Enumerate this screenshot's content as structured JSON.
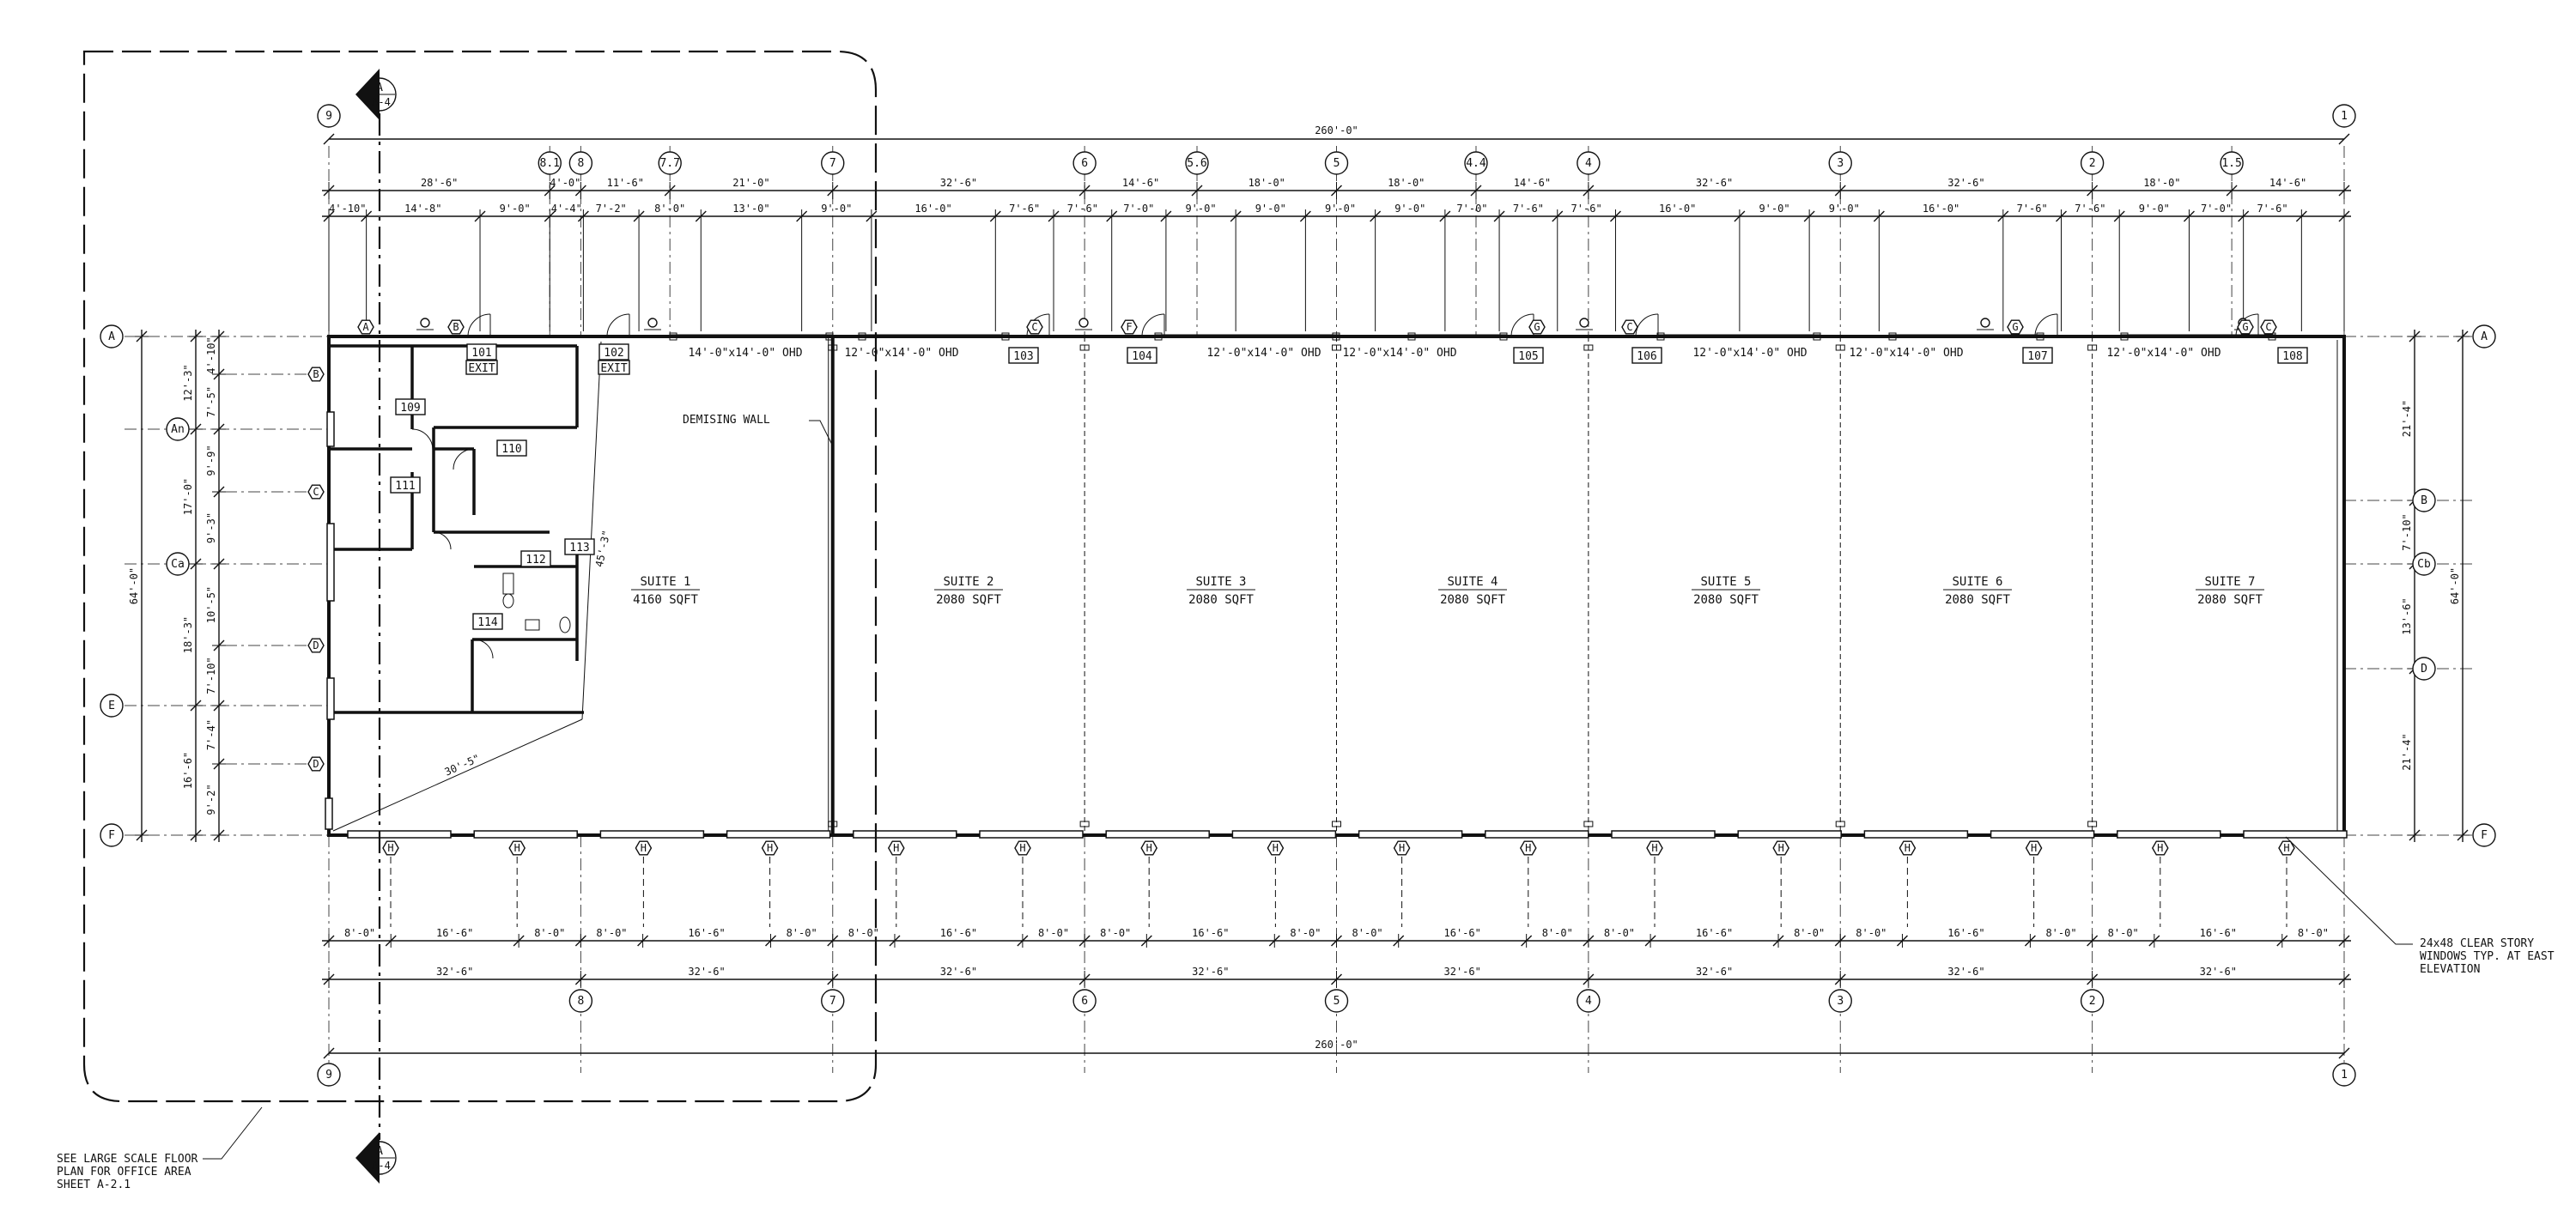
{
  "overall_dim": "260'-0\"",
  "top_column_labels": [
    "9",
    "8.1",
    "8",
    "7.7",
    "7",
    "6",
    "5.6",
    "5",
    "4.4",
    "4",
    "3",
    "2",
    "1.5",
    "1"
  ],
  "bottom_column_labels": [
    "9",
    "8",
    "7",
    "6",
    "5",
    "4",
    "3",
    "2",
    "1"
  ],
  "top_row1_dims": [
    "28'-6\"",
    "4'-0\"",
    "11'-6\"",
    "21'-0\"",
    "32'-6\"",
    "14'-6\"",
    "18'-0\"",
    "18'-0\"",
    "14'-6\"",
    "32'-6\"",
    "32'-6\"",
    "18'-0\"",
    "14'-6\""
  ],
  "top_row2_dims": [
    "4'-10\"",
    "14'-8\"",
    "9'-0\"",
    "4'-4\"",
    "7'-2\"",
    "8'-0\"",
    "13'-0\"",
    "9'-0\"",
    "16'-0\"",
    "7'-6\"",
    "7'-6\"",
    "7'-0\"",
    "9'-0\"",
    "9'-0\"",
    "9'-0\"",
    "9'-0\"",
    "7'-0\"",
    "7'-6\"",
    "7'-6\"",
    "16'-0\"",
    "9'-0\"",
    "9'-0\"",
    "16'-0\"",
    "7'-6\"",
    "7'-6\"",
    "9'-0\"",
    "7'-0\"",
    "7'-6\""
  ],
  "bottom_row1_dims": [
    "8'-0\"",
    "16'-6\"",
    "8'-0\"",
    "8'-0\"",
    "16'-6\"",
    "8'-0\"",
    "8'-0\"",
    "16'-6\"",
    "8'-0\"",
    "8'-0\"",
    "16'-6\"",
    "8'-0\"",
    "8'-0\"",
    "16'-6\"",
    "8'-0\"",
    "8'-0\"",
    "16'-6\"",
    "8'-0\"",
    "8'-0\"",
    "16'-6\"",
    "8'-0\"",
    "8'-0\"",
    "16'-6\"",
    "8'-0\""
  ],
  "bottom_row2_dims": [
    "32'-6\"",
    "32'-6\"",
    "32'-6\"",
    "32'-6\"",
    "32'-6\"",
    "32'-6\"",
    "32'-6\"",
    "32'-6\""
  ],
  "left_row_labels": [
    "A",
    "An",
    "Ca",
    "E",
    "F"
  ],
  "left_inner_labels": [
    "B",
    "C",
    "D",
    "D"
  ],
  "left_dims_outer": [
    "12'-3\"",
    "17'-0\"",
    "18'-3\"",
    "16'-6\""
  ],
  "left_dims_inner": [
    "4'-10\"",
    "7'-5\"",
    "9'-9\"",
    "9'-3\"",
    "10'-5\"",
    "7'-10\"",
    "7'-4\"",
    "9'-2\""
  ],
  "left_total": "64'-0\"",
  "right_row_labels": [
    "A",
    "B",
    "Cb",
    "D",
    "F"
  ],
  "right_dims_inner": [
    "21'-4\"",
    "7'-10\"",
    "13'-6\"",
    "21'-4\""
  ],
  "right_total": "64'-0\"",
  "section_mark": {
    "letter": "A",
    "sheet": "A-4"
  },
  "rooms": [
    "101",
    "102",
    "103",
    "104",
    "105",
    "106",
    "107",
    "108",
    "109",
    "110",
    "111",
    "112",
    "113",
    "114"
  ],
  "exit_label": "EXIT",
  "ohd_labels": [
    "14'-0\"x14'-0\" OHD",
    "12'-0\"x14'-0\" OHD",
    "12'-0\"x14'-0\" OHD",
    "12'-0\"x14'-0\" OHD",
    "12'-0\"x14'-0\" OHD",
    "12'-0\"x14'-0\" OHD",
    "12'-0\"x14'-0\" OHD"
  ],
  "door_tags": [
    "A",
    "B",
    "C",
    "F",
    "G",
    "C",
    "G",
    "G",
    "C"
  ],
  "window_tag": "H",
  "demising_wall": "DEMISING WALL",
  "angle_dims": [
    "45'-3\"",
    "30'-5\""
  ],
  "suites": [
    {
      "name": "SUITE 1",
      "area": "4160 SQFT"
    },
    {
      "name": "SUITE 2",
      "area": "2080 SQFT"
    },
    {
      "name": "SUITE 3",
      "area": "2080 SQFT"
    },
    {
      "name": "SUITE 4",
      "area": "2080 SQFT"
    },
    {
      "name": "SUITE 5",
      "area": "2080 SQFT"
    },
    {
      "name": "SUITE 6",
      "area": "2080 SQFT"
    },
    {
      "name": "SUITE 7",
      "area": "2080 SQFT"
    }
  ],
  "note_windows": [
    "24x48 CLEAR STORY",
    "WINDOWS TYP. AT EAST",
    "ELEVATION"
  ],
  "note_office": [
    "SEE LARGE SCALE FLOOR",
    "PLAN FOR OFFICE AREA",
    "SHEET A-2.1"
  ]
}
